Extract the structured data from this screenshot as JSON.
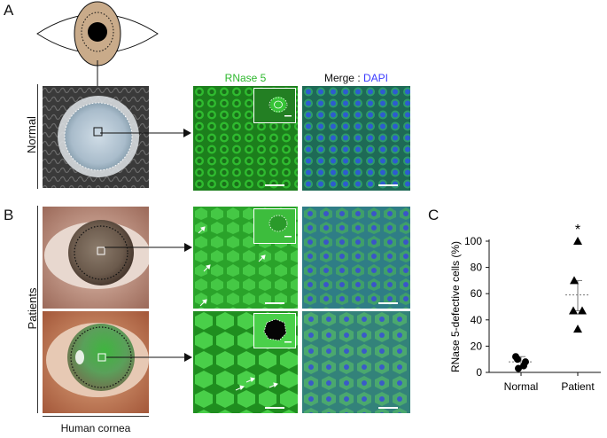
{
  "panels": {
    "a": {
      "letter": "A",
      "row_label": "Normal"
    },
    "b": {
      "letter": "B",
      "row_label": "Patients"
    },
    "c": {
      "letter": "C"
    }
  },
  "columns": {
    "rnase": "RNase 5",
    "merge_prefix": "Merge",
    "merge_sep": " : ",
    "dapi": "DAPI"
  },
  "caption": {
    "bottom": "Human cornea"
  },
  "colors": {
    "rnase_green": "#2db82d",
    "dapi_blue": "#3a3aff",
    "tissue_green": "#3fb53f",
    "merge_blue": "#2a7ac2"
  },
  "chart_data": {
    "type": "scatter",
    "title": "",
    "xlabel": "",
    "ylabel": "RNase 5-defective cells (%)",
    "categories": [
      "Normal",
      "Patient"
    ],
    "ylim": [
      0,
      100
    ],
    "yticks": [
      "0",
      "20",
      "40",
      "60",
      "80",
      "100"
    ],
    "series": [
      {
        "name": "Normal",
        "marker": "circle",
        "values": [
          12,
          10,
          8,
          5,
          3
        ]
      },
      {
        "name": "Patient",
        "marker": "triangle",
        "values": [
          100,
          70,
          47,
          47,
          33
        ]
      }
    ],
    "means": [
      8,
      59
    ],
    "sd_low": [
      3,
      47
    ],
    "sd_high": [
      12,
      70
    ],
    "annotation": "*"
  }
}
